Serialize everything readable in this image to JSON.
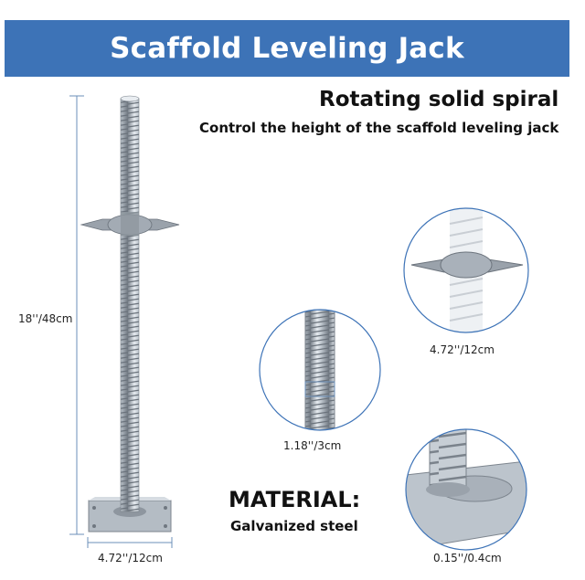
{
  "title": "Scaffold Leveling Jack",
  "subtitle": "Rotating solid spiral",
  "description": "Control the height of the scaffold leveling jack",
  "dimensions": {
    "height": "18''/48cm",
    "base_width": "4.72''/12cm",
    "handle_width": "4.72''/12cm",
    "thread_length": "1.18''/3cm",
    "plate_thickness": "0.15''/0.4cm"
  },
  "material": {
    "label": "MATERIAL:",
    "value": "Galvanized steel"
  },
  "colors": {
    "banner": "#3d73b7",
    "steel": "#a9b1ba",
    "circle_outline": "#3d73b7"
  }
}
